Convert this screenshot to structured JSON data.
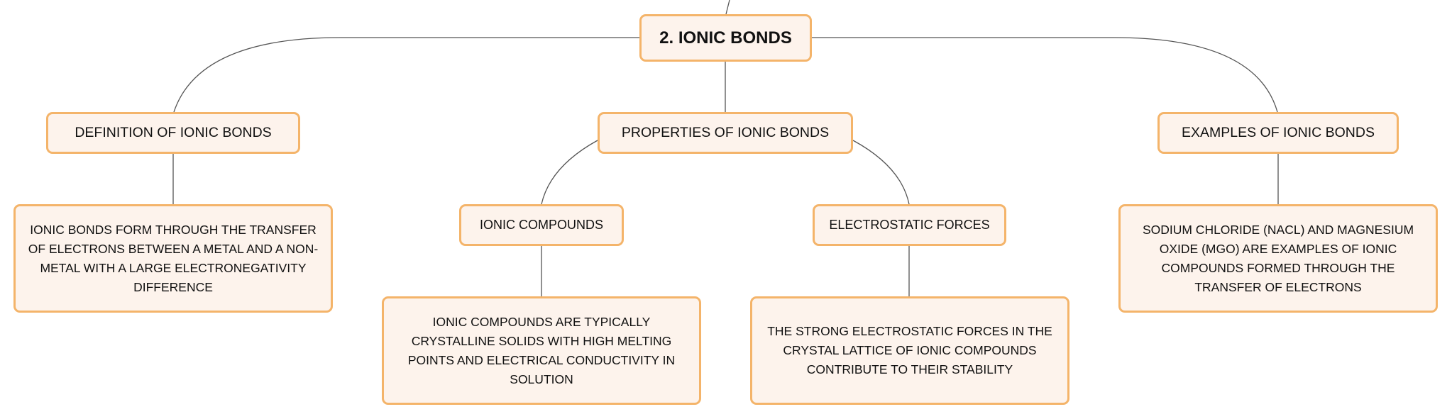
{
  "colors": {
    "node_fill": "#fdf3ec",
    "node_border": "#f4b46a",
    "connector": "#555555",
    "text": "#111111"
  },
  "root": {
    "label": "2. IONIC BONDS"
  },
  "definition": {
    "label": "DEFINITION OF IONIC BONDS",
    "detail": "IONIC BONDS FORM THROUGH THE TRANSFER OF ELECTRONS BETWEEN A METAL AND A NON-METAL WITH A LARGE ELECTRONEGATIVITY DIFFERENCE"
  },
  "properties": {
    "label": "PROPERTIES OF IONIC BONDS",
    "ionic_compounds": {
      "label": "IONIC COMPOUNDS",
      "detail": "IONIC COMPOUNDS ARE TYPICALLY CRYSTALLINE SOLIDS WITH HIGH MELTING POINTS AND ELECTRICAL CONDUCTIVITY IN SOLUTION"
    },
    "electrostatic_forces": {
      "label": "ELECTROSTATIC FORCES",
      "detail": "THE STRONG ELECTROSTATIC FORCES IN THE CRYSTAL LATTICE OF IONIC COMPOUNDS CONTRIBUTE TO THEIR STABILITY"
    }
  },
  "examples": {
    "label": "EXAMPLES OF IONIC BONDS",
    "detail": "SODIUM CHLORIDE (NACL) AND MAGNESIUM OXIDE (MGO) ARE EXAMPLES OF IONIC COMPOUNDS FORMED THROUGH THE TRANSFER OF ELECTRONS"
  }
}
